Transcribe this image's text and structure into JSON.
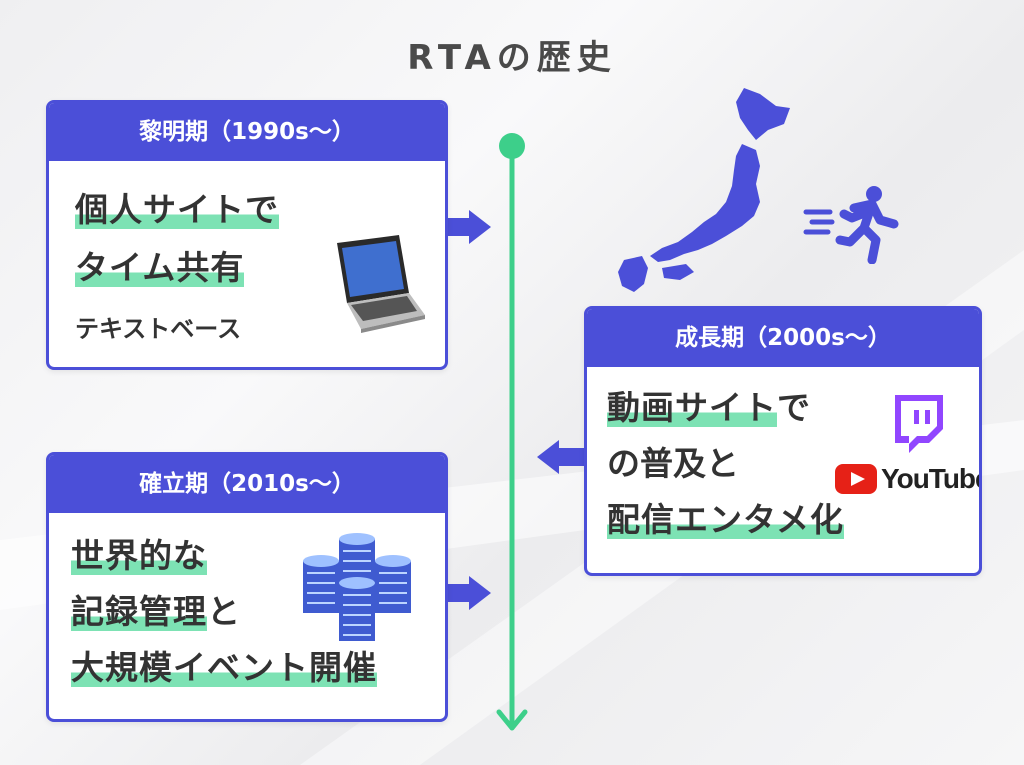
{
  "title": "RTAの歴史",
  "periods": [
    {
      "header": "黎明期（1990s〜）",
      "lines": [
        "個人サイトで",
        "タイム共有"
      ],
      "sub": "テキストベース"
    },
    {
      "header": "成長期（2000s〜）",
      "lines_a": [
        "動画サイト",
        "で"
      ],
      "lines": [
        "の普及と",
        "配信エンタメ化"
      ],
      "logo": "YouTube"
    },
    {
      "header": "確立期（2010s〜）",
      "lines": [
        "世界的な",
        "記録管理",
        "と",
        "大規模イベント開催"
      ]
    }
  ],
  "colors": {
    "accent": "#4b4fd8",
    "timeline": "#3dcf8a",
    "highlight": "#7de2b4",
    "twitch": "#9146ff",
    "youtube_red": "#e62117"
  }
}
